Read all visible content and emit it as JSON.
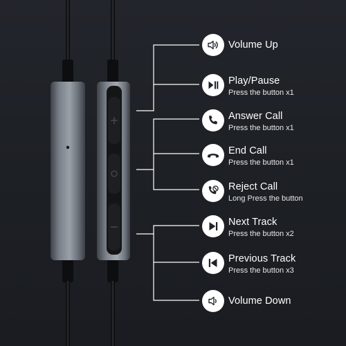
{
  "features": [
    {
      "title": "Volume Up",
      "subtitle": "",
      "icon": "volume-up-icon"
    },
    {
      "title": "Play/Pause",
      "subtitle": "Press the button x1",
      "icon": "play-pause-icon"
    },
    {
      "title": "Answer Call",
      "subtitle": "Press the button x1",
      "icon": "phone-icon"
    },
    {
      "title": "End Call",
      "subtitle": "Press the button x1",
      "icon": "end-call-icon"
    },
    {
      "title": "Reject Call",
      "subtitle": "Long Press the button",
      "icon": "reject-call-icon"
    },
    {
      "title": "Next Track",
      "subtitle": "Press the button x2",
      "icon": "next-track-icon"
    },
    {
      "title": "Previous Track",
      "subtitle": "Press the button x3",
      "icon": "previous-track-icon"
    },
    {
      "title": "Volume Down",
      "subtitle": "",
      "icon": "volume-down-icon"
    }
  ],
  "colors": {
    "background": "#1f2227",
    "text": "#ffffff",
    "cable": "#0b0c0e",
    "remote_metal": "#5d636c"
  }
}
